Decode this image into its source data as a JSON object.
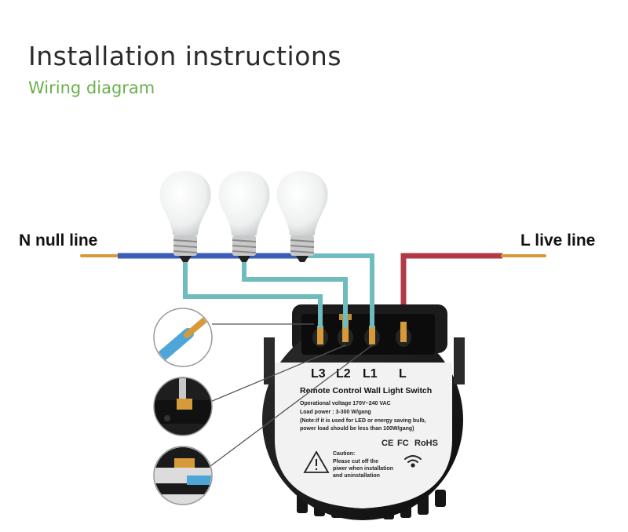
{
  "header": {
    "title": "Installation instructions",
    "subtitle": "Wiring diagram"
  },
  "wires": {
    "neutral_label": "N null line",
    "live_label": "L live line",
    "colors": {
      "neutral": "#3b5db8",
      "load": "#6fbcbf",
      "live": "#b23a48",
      "copper": "#d79a3a"
    }
  },
  "terminals": [
    "L3",
    "L2",
    "L1",
    "L"
  ],
  "switch_panel": {
    "title": "Remote Control Wall Light Switch",
    "voltage": "Operational voltage   170V~240  VAC",
    "load": "Load power : 3-300 W/gang",
    "note_line1": "(Note:if it is used for LED or energy saving bulb,",
    "note_line2": "power load should be less than 100W/gang)",
    "ce": "CE",
    "fc": "FC",
    "rohs": "RoHS",
    "caution_title": "Caution:",
    "caution_line1": "Please cut off the",
    "caution_line2": "piwer when installation",
    "caution_line3": "and uninstallation"
  },
  "icons": {
    "bulbs": [
      "light-bulb-icon",
      "light-bulb-icon",
      "light-bulb-icon"
    ],
    "wifi": "wifi-icon",
    "warning": "warning-triangle-icon"
  }
}
